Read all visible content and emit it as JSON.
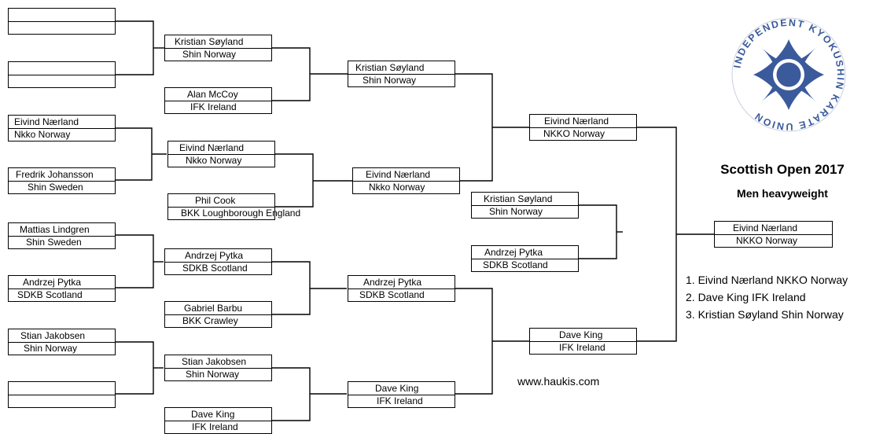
{
  "title": "Scottish Open 2017",
  "subtitle": "Men heavyweight",
  "results": [
    "1. Eivind Nærland NKKO Norway",
    "2. Dave King IFK Ireland",
    "3. Kristian Søyland Shin Norway"
  ],
  "website": "www.haukis.com",
  "logo": {
    "text": "INDEPENDENT KYOKUSHIN KARATE UNION",
    "color": "#3a5a9c"
  },
  "round1": [
    {
      "name": "",
      "team": ""
    },
    {
      "name": "",
      "team": ""
    },
    {
      "name": "Eivind Nærland",
      "team": "Nkko Norway"
    },
    {
      "name": "Fredrik Johansson",
      "team": "Shin Sweden"
    },
    {
      "name": "Mattias Lindgren",
      "team": "Shin Sweden"
    },
    {
      "name": "Andrzej Pytka",
      "team": "SDKB Scotland"
    },
    {
      "name": "Stian Jakobsen",
      "team": "Shin Norway"
    },
    {
      "name": "",
      "team": ""
    }
  ],
  "round2": [
    {
      "name": "Kristian Søyland",
      "team": "Shin Norway"
    },
    {
      "name": "Alan McCoy",
      "team": "IFK Ireland"
    },
    {
      "name": "Eivind Nærland",
      "team": "Nkko Norway"
    },
    {
      "name": "Phil Cook",
      "team": "BKK Loughborough England"
    },
    {
      "name": "Andrzej Pytka",
      "team": "SDKB Scotland"
    },
    {
      "name": "Gabriel Barbu",
      "team": "BKK Crawley"
    },
    {
      "name": "Stian Jakobsen",
      "team": "Shin Norway"
    },
    {
      "name": "Dave King",
      "team": "IFK Ireland"
    }
  ],
  "quarterfinals": [
    {
      "name": "Kristian Søyland",
      "team": "Shin Norway"
    },
    {
      "name": "Eivind Nærland",
      "team": "Nkko Norway"
    },
    {
      "name": "Andrzej Pytka",
      "team": "SDKB Scotland"
    },
    {
      "name": "Dave King",
      "team": "IFK Ireland"
    }
  ],
  "semifinals": [
    {
      "name": "Eivind Nærland",
      "team": "NKKO Norway"
    },
    {
      "name": "Dave King",
      "team": "IFK Ireland"
    }
  ],
  "bronze": [
    {
      "name": "Kristian Søyland",
      "team": "Shin Norway"
    },
    {
      "name": "Andrzej Pytka",
      "team": "SDKB Scotland"
    }
  ],
  "champion": {
    "name": "Eivind Nærland",
    "team": "NKKO Norway"
  }
}
